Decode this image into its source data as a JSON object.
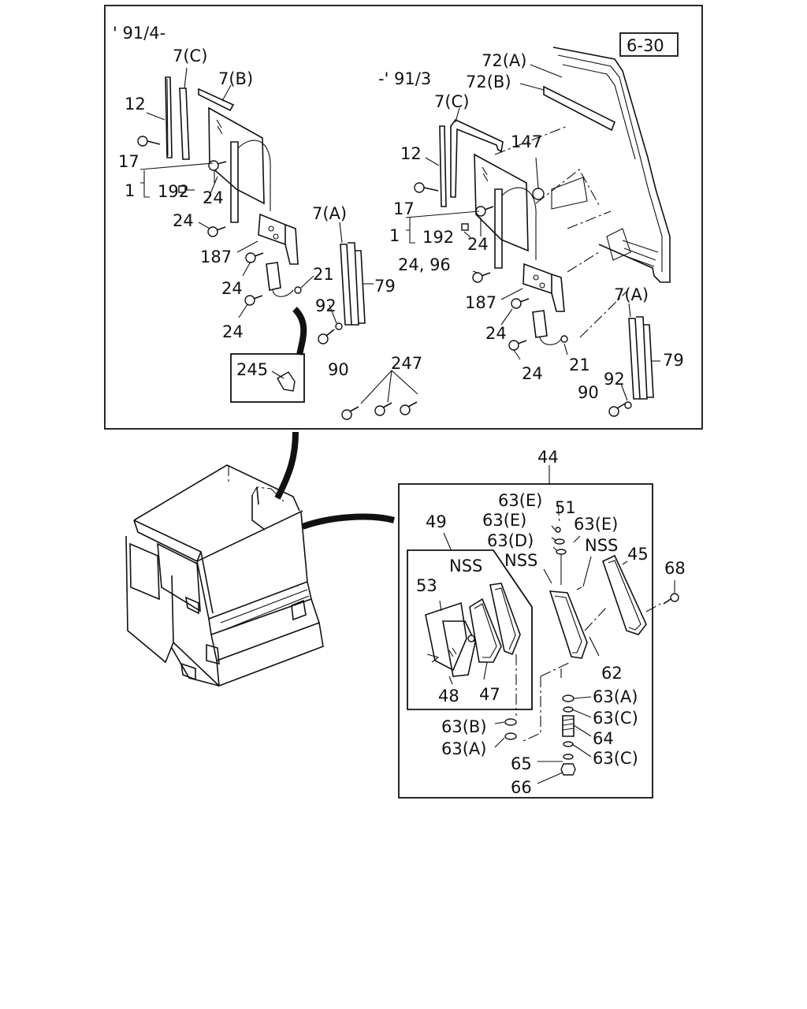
{
  "labels": {
    "date_new": "' 91/4-",
    "date_old": "-' 91/3",
    "ref_6_30": "6-30",
    "n7c_a": "7(C)",
    "n7b": "7(B)",
    "n12_a": "12",
    "n17_a": "17",
    "n1_a": "1",
    "n192_a": "192",
    "n24_a": "24",
    "n24_b": "24",
    "n187_a": "187",
    "n24_c": "24",
    "n24_d": "24",
    "n21_a": "21",
    "n7a_a": "7(A)",
    "n92_a": "92",
    "n79_a": "79",
    "n90_a": "90",
    "n245": "245",
    "n72a": "72(A)",
    "n72b": "72(B)",
    "n7c_b": "7(C)",
    "n147": "147",
    "n12_b": "12",
    "n17_b": "17",
    "n1_b": "1",
    "n192_b": "192",
    "n24_e": "24",
    "n2496": "24, 96",
    "n187_b": "187",
    "n24_f": "24",
    "n24_g": "24",
    "n21_b": "21",
    "n7a_b": "7(A)",
    "n79_b": "79",
    "n92_b": "92",
    "n90_b": "90",
    "n247": "247",
    "n44": "44",
    "n49": "49",
    "n53": "53",
    "n48": "48",
    "n47": "47",
    "nss_1": "NSS",
    "nss_2": "NSS",
    "nss_3": "NSS",
    "n63e_1": "63(E)",
    "n51": "51",
    "n63e_2": "63(E)",
    "n63e_3": "63(E)",
    "n63d": "63(D)",
    "n45": "45",
    "n68": "68",
    "n62": "62",
    "n63a_1": "63(A)",
    "n63c_1": "63(C)",
    "n64": "64",
    "n63c_2": "63(C)",
    "n65": "65",
    "n66": "66",
    "n63b": "63(B)",
    "n63a_2": "63(A)"
  }
}
